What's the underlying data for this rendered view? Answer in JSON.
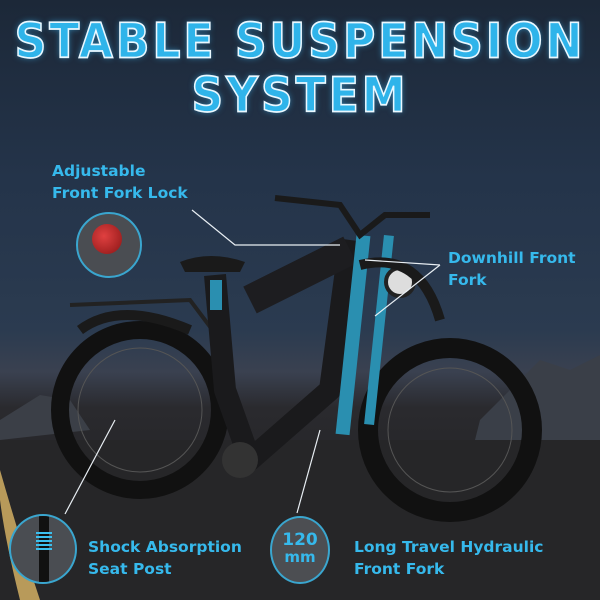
{
  "title": {
    "line1": "STABLE SUSPENSION",
    "line2": "SYSTEM"
  },
  "callouts": {
    "fork_lock": {
      "line1": "Adjustable",
      "line2": "Front Fork Lock"
    },
    "downhill_fork": {
      "line1": "Downhill Front",
      "line2": "Fork"
    },
    "seat_post": {
      "line1": "Shock Absorption",
      "line2": "Seat Post"
    },
    "hydraulic_fork": {
      "line1": "Long Travel Hydraulic",
      "line2": "Front Fork"
    },
    "travel_badge": {
      "value": "120",
      "unit": "mm"
    }
  },
  "colors": {
    "accent": "#36b9ec",
    "fork": "#2a8fb0",
    "lock_knob": "#c0282a"
  }
}
